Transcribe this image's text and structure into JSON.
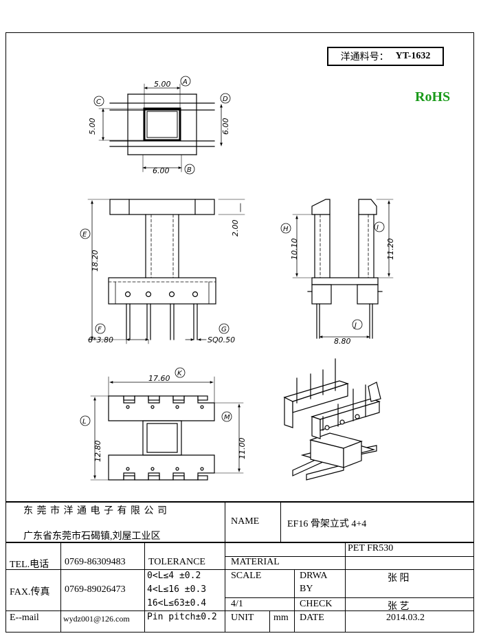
{
  "part_number": {
    "label": "洋通料号：",
    "value": "YT-1632"
  },
  "rohs": "RoHS",
  "dims": {
    "top_a": "5.00",
    "top_a_tag": "A",
    "top_c": "5.00",
    "top_c_tag": "C",
    "top_d": "6.00",
    "top_d_tag": "D",
    "top_b": "6.00",
    "top_b_tag": "B",
    "front_e": "18.20",
    "front_e_tag": "E",
    "front_top": "2.00",
    "front_f": "6*3.80",
    "front_f_tag": "F",
    "front_g": "SQ0.50",
    "front_g_tag": "G",
    "side_h": "10.10",
    "side_h_tag": "H",
    "side_i": "11.20",
    "side_i_tag": "I",
    "side_j": "8.80",
    "side_j_tag": "J",
    "bot_k": "17.60",
    "bot_k_tag": "K",
    "bot_l": "12.80",
    "bot_l_tag": "L",
    "bot_m": "11.00",
    "bot_m_tag": "M"
  },
  "title_block": {
    "company": "东 莞 市 洋 通 电 子 有 限 公 司",
    "address": "广东省东莞市石碣镇,刘屋工业区",
    "name_label": "NAME",
    "name_value": "EF16 骨架立式 4+4",
    "tel_label": "TEL.电话",
    "tel_value": "0769-86309483",
    "fax_label": "FAX.传真",
    "fax_value": "0769-89026473",
    "email_label": "E--mail",
    "email_value": "wydz001@126.com",
    "tolerance_label": "TOLERANCE",
    "tol_1": "0<L≤4  ±0.2",
    "tol_2": "4<L≤16 ±0.3",
    "tol_3": "16<L≤63±0.4",
    "tol_4": "Pin pitch±0.2",
    "material_label": "MATERIAL",
    "material_value": "PET FR530",
    "scale_label": "SCALE",
    "scale_value": "4/1",
    "drwa_label": "DRWA",
    "by_label": "BY",
    "drawn_by": "张 阳",
    "check_label": "CHECK",
    "check_by": "张 艺",
    "unit_label": "UNIT",
    "unit_value": "mm",
    "date_label": "DATE",
    "date_value": "2014.03.2"
  }
}
